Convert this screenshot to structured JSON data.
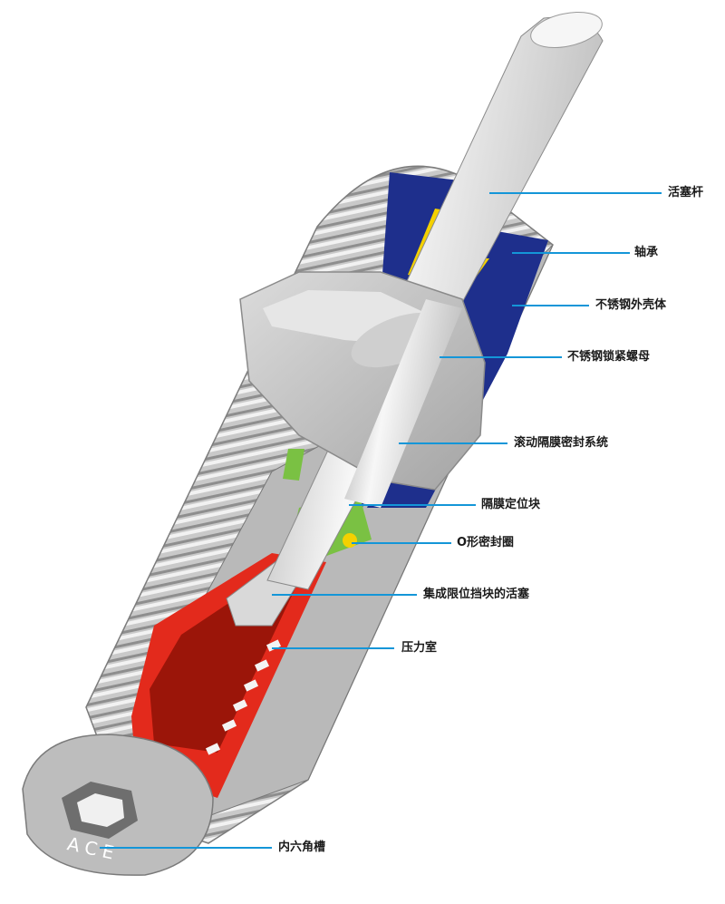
{
  "brand": "ACE",
  "colors": {
    "leader": "#1496d8",
    "body": "#c6c6c6",
    "rod": "#e8e8e8",
    "blue": "#1e2f8c",
    "red": "#e32a1c",
    "orange": "#f59b1f",
    "green": "#7ac143",
    "yellow": "#f4d100"
  },
  "callouts": [
    {
      "id": "piston-rod",
      "text": "活塞杆"
    },
    {
      "id": "bearing",
      "text": "轴承"
    },
    {
      "id": "outer-housing",
      "text": "不锈钢外壳体"
    },
    {
      "id": "lock-nut",
      "text": "不锈钢锁紧螺母"
    },
    {
      "id": "rolling-diaphragm",
      "text": "滚动隔膜密封系统"
    },
    {
      "id": "diaphragm-locator",
      "text": "隔膜定位块"
    },
    {
      "id": "o-ring",
      "text": "O形密封圈"
    },
    {
      "id": "integrated-piston",
      "text": "集成限位挡块的活塞"
    },
    {
      "id": "pressure-chamber",
      "text": "压力室"
    },
    {
      "id": "hex-socket",
      "text": "内六角槽"
    }
  ]
}
